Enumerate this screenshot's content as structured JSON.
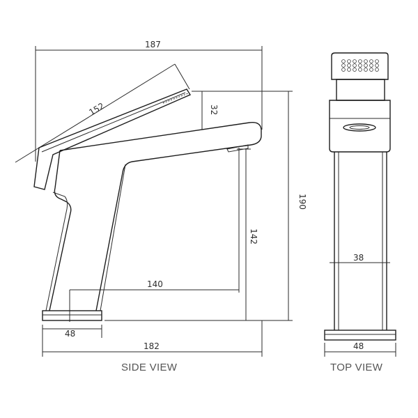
{
  "side_view": {
    "caption": "SIDE VIEW",
    "dimensions": {
      "overall_width": "187",
      "lever_length": "152",
      "lever_drop": "32",
      "total_height": "190",
      "spout_height": "142",
      "spout_reach": "140",
      "base_width": "48",
      "base_length": "182"
    }
  },
  "top_view": {
    "caption": "TOP VIEW",
    "dimensions": {
      "body_width": "38",
      "base_width": "48"
    }
  },
  "colors": {
    "line": "#2a2a2a",
    "caption": "#555555",
    "background": "#ffffff"
  }
}
